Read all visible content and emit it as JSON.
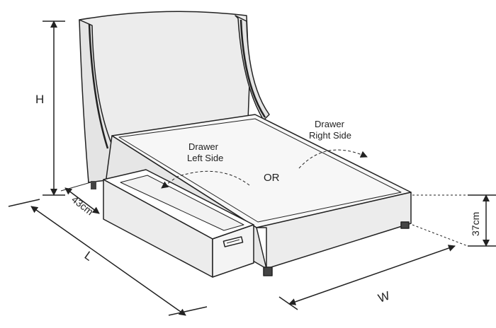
{
  "labels": {
    "height": "H",
    "depth": "43cm",
    "length": "L",
    "width": "W",
    "base_height": "37cm",
    "drawer_left_line1": "Drawer",
    "drawer_left_line2": "Left Side",
    "drawer_right_line1": "Drawer",
    "drawer_right_line2": "Right Side",
    "or": "OR"
  },
  "colors": {
    "outline": "#222222",
    "fabric": "#ececec",
    "mattress": "#f7f7f7",
    "interior": "#ffffff"
  }
}
